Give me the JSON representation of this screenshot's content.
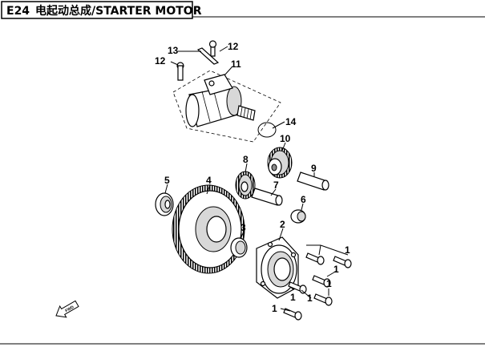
{
  "header": {
    "code": "E24",
    "title": "电起动总成/STARTER MOTOR"
  },
  "callouts": [
    {
      "id": "c1a",
      "label": "1"
    },
    {
      "id": "c1b",
      "label": "1"
    },
    {
      "id": "c1c",
      "label": "1"
    },
    {
      "id": "c1d",
      "label": "1"
    },
    {
      "id": "c1e",
      "label": "1"
    },
    {
      "id": "c1f",
      "label": "1"
    },
    {
      "id": "c2",
      "label": "2"
    },
    {
      "id": "c3",
      "label": "3"
    },
    {
      "id": "c4",
      "label": "4"
    },
    {
      "id": "c5",
      "label": "5"
    },
    {
      "id": "c6",
      "label": "6"
    },
    {
      "id": "c7",
      "label": "7"
    },
    {
      "id": "c8",
      "label": "8"
    },
    {
      "id": "c9",
      "label": "9"
    },
    {
      "id": "c10",
      "label": "10"
    },
    {
      "id": "c11",
      "label": "11"
    },
    {
      "id": "c12a",
      "label": "12"
    },
    {
      "id": "c12b",
      "label": "12"
    },
    {
      "id": "c13",
      "label": "13"
    },
    {
      "id": "c14",
      "label": "14"
    }
  ],
  "forward_marker": "FWD"
}
